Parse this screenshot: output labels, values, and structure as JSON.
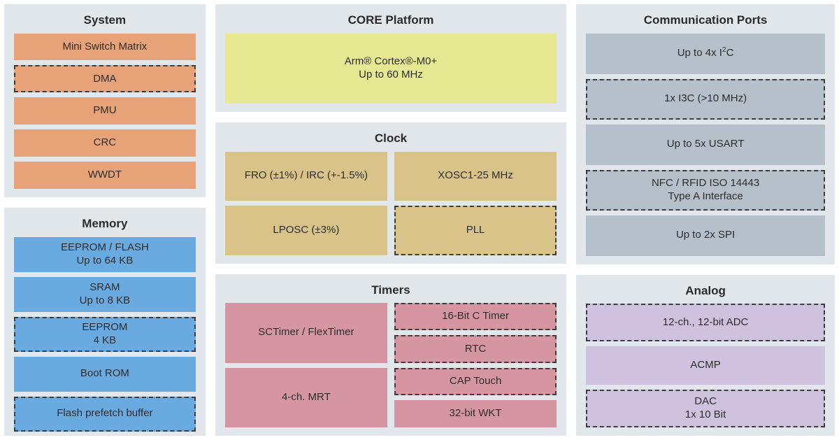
{
  "colors": {
    "panel_background": "#E1E7EA",
    "page_background": "#FFFFFF",
    "system": "#E8A278",
    "memory": "#69AAE0",
    "core": "#E7E892",
    "clock": "#D9C388",
    "timers": "#D596A2",
    "communication": "#B6C0CB",
    "analog": "#CFC2DE",
    "dashed_border": "#3C3C3C",
    "text": "#2C2C2C"
  },
  "panels": {
    "system": {
      "title": "System",
      "blocks": [
        {
          "label": "Mini Switch Matrix",
          "dashed": false
        },
        {
          "label": "DMA",
          "dashed": true
        },
        {
          "label": "PMU",
          "dashed": false
        },
        {
          "label": "CRC",
          "dashed": false
        },
        {
          "label": "WWDT",
          "dashed": false
        }
      ]
    },
    "memory": {
      "title": "Memory",
      "blocks": [
        {
          "line1": "EEPROM / FLASH",
          "line2": "Up to 64 KB",
          "dashed": false
        },
        {
          "line1": "SRAM",
          "line2": "Up to 8 KB",
          "dashed": false
        },
        {
          "line1": "EEPROM",
          "line2": "4 KB",
          "dashed": true
        },
        {
          "line1": "Boot ROM",
          "line2": "",
          "dashed": false
        },
        {
          "line1": "Flash prefetch buffer",
          "line2": "",
          "dashed": true
        }
      ]
    },
    "core": {
      "title": "CORE Platform",
      "blocks": [
        {
          "line1": "Arm® Cortex®-M0+",
          "line2": "Up to 60 MHz",
          "dashed": false
        }
      ]
    },
    "clock": {
      "title": "Clock",
      "left": [
        {
          "label": "FRO (±1%) / IRC (+-1.5%)",
          "dashed": false
        },
        {
          "label": "LPOSC (±3%)",
          "dashed": false
        }
      ],
      "right": [
        {
          "label": "XOSC1-25 MHz",
          "dashed": false
        },
        {
          "label": "PLL",
          "dashed": true
        }
      ]
    },
    "timers": {
      "title": "Timers",
      "left": [
        {
          "label": "SCTimer / FlexTimer",
          "dashed": false
        },
        {
          "label": "4-ch. MRT",
          "dashed": false
        }
      ],
      "right": [
        {
          "label": "16-Bit C Timer",
          "dashed": true
        },
        {
          "label": "RTC",
          "dashed": true
        },
        {
          "label": "CAP Touch",
          "dashed": true
        },
        {
          "label": "32-bit WKT",
          "dashed": false
        }
      ]
    },
    "communication": {
      "title": "Communication Ports",
      "blocks": [
        {
          "line1": "Up to 4x I2C",
          "line2": "",
          "dashed": false
        },
        {
          "line1": "1x I3C (>10 MHz)",
          "line2": "",
          "dashed": true
        },
        {
          "line1": "Up to 5x USART",
          "line2": "",
          "dashed": false
        },
        {
          "line1": "NFC / RFID ISO 14443",
          "line2": "Type A Interface",
          "dashed": true
        },
        {
          "line1": "Up to 2x SPI",
          "line2": "",
          "dashed": false
        }
      ]
    },
    "analog": {
      "title": "Analog",
      "blocks": [
        {
          "line1": "12-ch., 12-bit ADC",
          "line2": "",
          "dashed": true
        },
        {
          "line1": "ACMP",
          "line2": "",
          "dashed": false
        },
        {
          "line1": "DAC",
          "line2": "1x 10 Bit",
          "dashed": true
        }
      ]
    }
  }
}
